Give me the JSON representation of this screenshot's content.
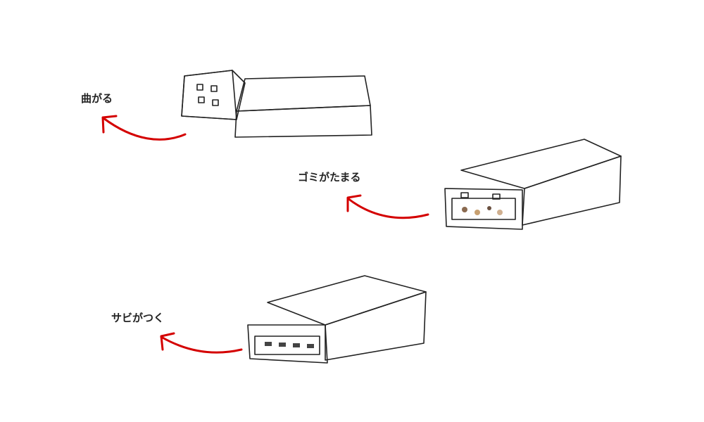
{
  "colors": {
    "accent": "#d40000",
    "body_top": "#d8d7e8",
    "body_front": "#9c9cc0",
    "connector": "#cfcfcf",
    "rust": "#b8651a"
  },
  "items": [
    {
      "label": "曲がる",
      "icon": "bent-usb-icon"
    },
    {
      "label": "ゴミがたまる",
      "icon": "dusty-usb-icon"
    },
    {
      "label": "サビがつく",
      "icon": "rusty-usb-icon"
    }
  ]
}
